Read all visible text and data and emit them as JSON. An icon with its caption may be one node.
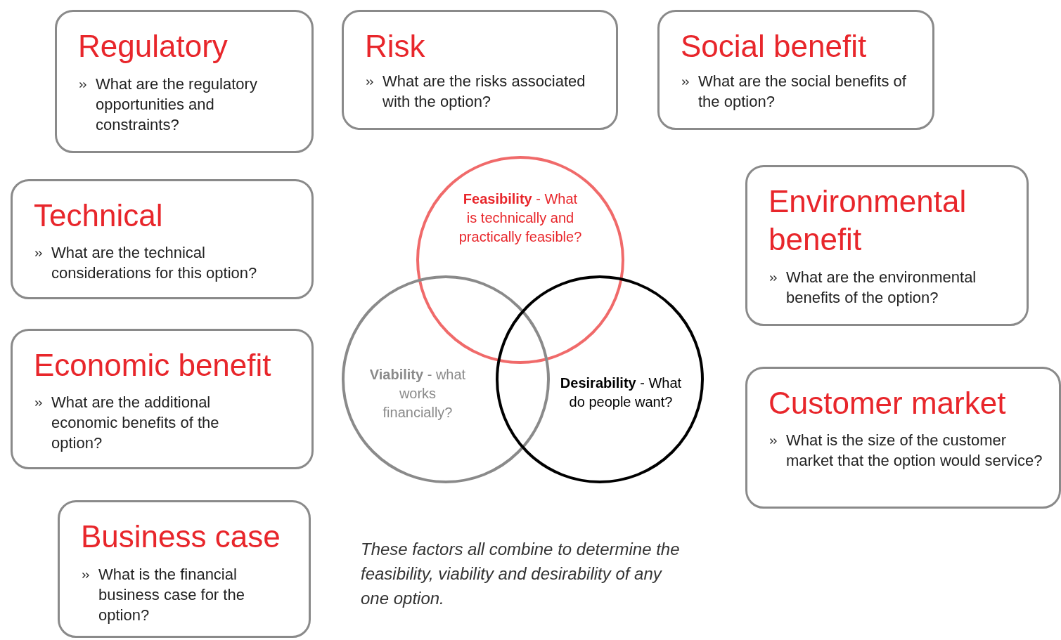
{
  "diagram": {
    "caption": "These factors all combine to determine the feasibility, viability and desirability of any one option.",
    "nodes": [
      {
        "text": [
          "Regulatory",
          "What are the regulatory opportunities and constraints?"
        ]
      },
      {
        "text": [
          "Risk",
          "What are the risks associated with the option?"
        ]
      },
      {
        "text": [
          "Social benefit",
          "What are the social benefits of the option?"
        ]
      },
      {
        "text": [
          "Technical",
          "What are the technical considerations for this option?"
        ]
      },
      {
        "text": [
          "Environmental benefit",
          "What are the environmental benefits of the option?"
        ]
      },
      {
        "text": [
          "Economic benefit",
          "What are the additional economic benefits of the option?"
        ]
      },
      {
        "text": [
          "Customer market",
          "What is the size of the customer market that the option would service?"
        ]
      },
      {
        "text": [
          "Business case",
          "What is the financial business case for the option?"
        ]
      },
      {
        "text": [
          "**Feasibility** - What is technically and practically feasible?"
        ]
      },
      {
        "text": [
          "**Viability** - what works financially?"
        ]
      },
      {
        "text": [
          "**Desirability** - What do people want?"
        ]
      }
    ],
    "edges": []
  }
}
